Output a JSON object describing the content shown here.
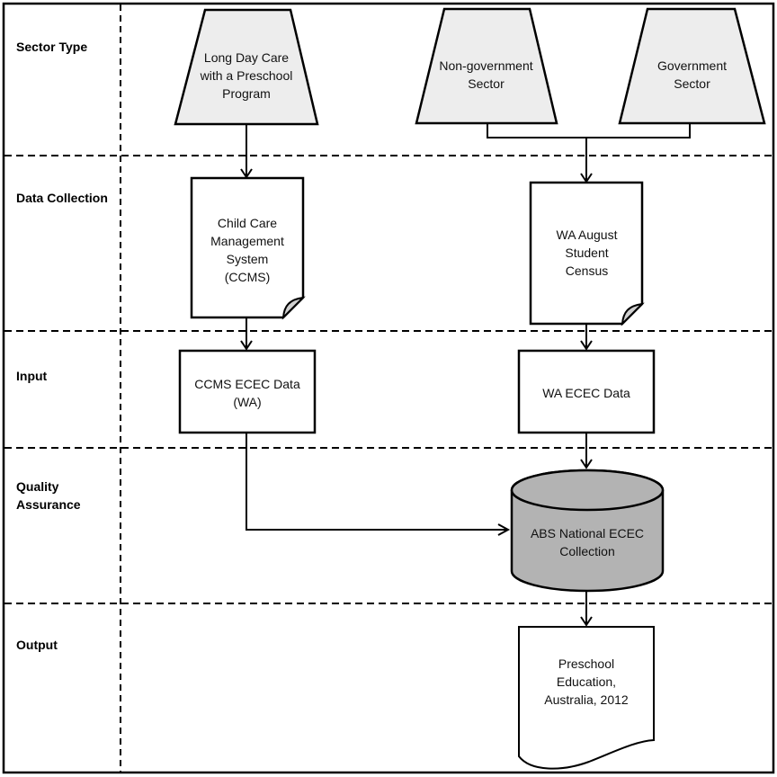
{
  "lanes": [
    {
      "label": "Sector Type"
    },
    {
      "label": "Data Collection"
    },
    {
      "label": "Input"
    },
    {
      "label": "Quality\nAssurance"
    },
    {
      "label": "Output"
    }
  ],
  "nodes": {
    "long_day_care": {
      "label": "Long Day Care\nwith a Preschool\nProgram",
      "shape": "trapezoid"
    },
    "non_government": {
      "label": "Non-government\nSector",
      "shape": "trapezoid"
    },
    "government": {
      "label": "Government\nSector",
      "shape": "trapezoid"
    },
    "ccms": {
      "label": "Child Care\nManagement\nSystem\n(CCMS)",
      "shape": "document-folded-corner"
    },
    "wa_census": {
      "label": "WA August\nStudent\nCensus",
      "shape": "document-folded-corner"
    },
    "ccms_ecec": {
      "label": "CCMS ECEC Data\n(WA)",
      "shape": "rectangle"
    },
    "wa_ecec": {
      "label": "WA ECEC Data",
      "shape": "rectangle"
    },
    "abs_collection": {
      "label": "ABS National ECEC\nCollection",
      "shape": "database-cylinder"
    },
    "output_pub": {
      "label": "Preschool\nEducation,\nAustralia, 2012",
      "shape": "document-wavy"
    }
  },
  "colors": {
    "node_fill": "#ededed",
    "cylinder_fill": "#b3b3b3",
    "fold_fill": "#cfcfcf",
    "paper_fill": "#ffffff",
    "line": "#000000",
    "background": "#ffffff"
  }
}
